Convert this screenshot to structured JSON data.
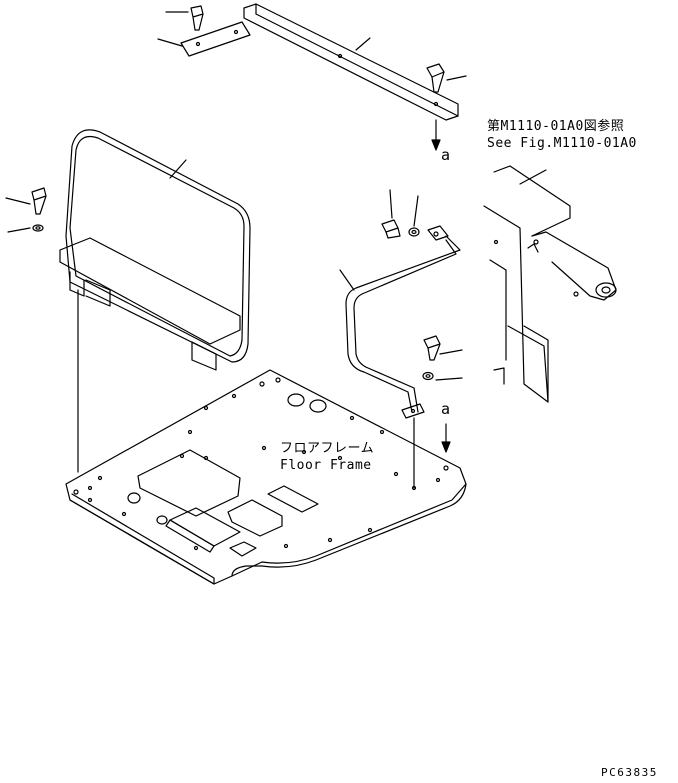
{
  "labels": {
    "reference_jp": "第M1110-01A0図参照",
    "reference_en": "See Fig.M1110-01A0",
    "floor_frame_jp": "フロアフレーム",
    "floor_frame_en": "Floor Frame",
    "marker_a_top": "a",
    "marker_a_bottom": "a",
    "drawing_code": "PC63835"
  },
  "parts": [
    {
      "name": "top-bolt",
      "icon": "bolt-icon"
    },
    {
      "name": "top-plate",
      "icon": "plate-icon"
    },
    {
      "name": "top-bracket-bar",
      "icon": "bar-icon"
    },
    {
      "name": "right-bolt",
      "icon": "bolt-icon"
    },
    {
      "name": "guard-rail",
      "icon": "rail-icon"
    },
    {
      "name": "left-bolt",
      "icon": "bolt-icon"
    },
    {
      "name": "left-washer",
      "icon": "washer-icon"
    },
    {
      "name": "handrail-bolt",
      "icon": "bolt-icon"
    },
    {
      "name": "handrail-washer",
      "icon": "washer-icon"
    },
    {
      "name": "handrail",
      "icon": "handrail-icon"
    },
    {
      "name": "handrail-lower-bolt",
      "icon": "bolt-icon"
    },
    {
      "name": "handrail-lower-washer",
      "icon": "washer-icon"
    },
    {
      "name": "floor-frame",
      "icon": "floor-frame-icon"
    },
    {
      "name": "console-bracket",
      "icon": "bracket-icon"
    }
  ]
}
